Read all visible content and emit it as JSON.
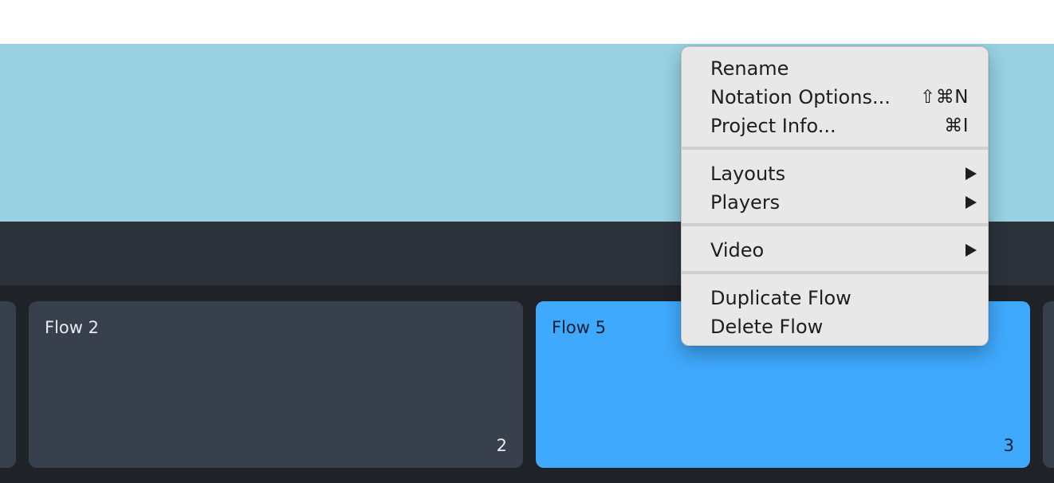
{
  "cards": {
    "flow2": {
      "title": "Flow 2",
      "number": "2"
    },
    "flow5": {
      "title": "Flow 5",
      "number": "3"
    }
  },
  "context_menu": {
    "rename": "Rename",
    "notation_options": {
      "label": "Notation Options...",
      "shortcut": "⇧⌘N"
    },
    "project_info": {
      "label": "Project Info...",
      "shortcut": "⌘I"
    },
    "layouts": "Layouts",
    "players": "Players",
    "video": "Video",
    "duplicate_flow": "Duplicate Flow",
    "delete_flow": "Delete Flow",
    "submenu_arrow_icon": "triangle-right-icon"
  },
  "colors": {
    "background_top": "#ffffff",
    "canvas_blue": "#97d1e2",
    "dark_band": "#2d323a",
    "cards_area": "#1f2327",
    "card_default": "#37404c",
    "card_selected": "#3fa9fd",
    "menu_background": "#e8e8e8"
  }
}
